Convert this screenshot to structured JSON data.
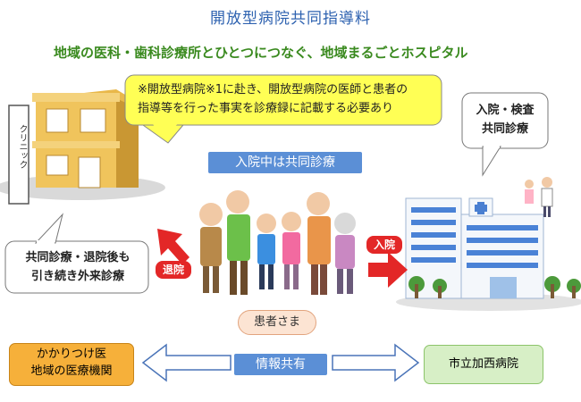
{
  "title": "開放型病院共同指導料",
  "subtitle": "地域の医科・歯科診療所とひとつにつなぐ、地域まるごとホスピタル",
  "clinic_callout": {
    "line1": "※開放型病院※1に赴き、開放型病院の医師と患者の",
    "line2": "指導等を行った事実を診療録に記載する必要あり"
  },
  "clinic_sign": "クリニック",
  "hospital_callout": {
    "line1": "入院・検査",
    "line2": "共同診療"
  },
  "joint_care_banner": "入院中は共同診療",
  "discharge_label": "退院",
  "admission_label": "入院",
  "followup_callout": {
    "line1": "共同診療・退院後も",
    "line2": "引き続き外来診療"
  },
  "patients_label": "患者さま",
  "bottom": {
    "left_box": {
      "line1": "かかりつけ医",
      "line2": "地域の医療機関"
    },
    "center_label": "情報共有",
    "right_box": "市立加西病院"
  },
  "colors": {
    "title_blue": "#2e62b0",
    "subtitle_green": "#3a8a1f",
    "callout_yellow": "#ffff55",
    "banner_blue": "#5b8fd6",
    "red": "#e32727",
    "left_box_fill": "#f6b03a",
    "right_box_fill": "#d7efc6"
  }
}
